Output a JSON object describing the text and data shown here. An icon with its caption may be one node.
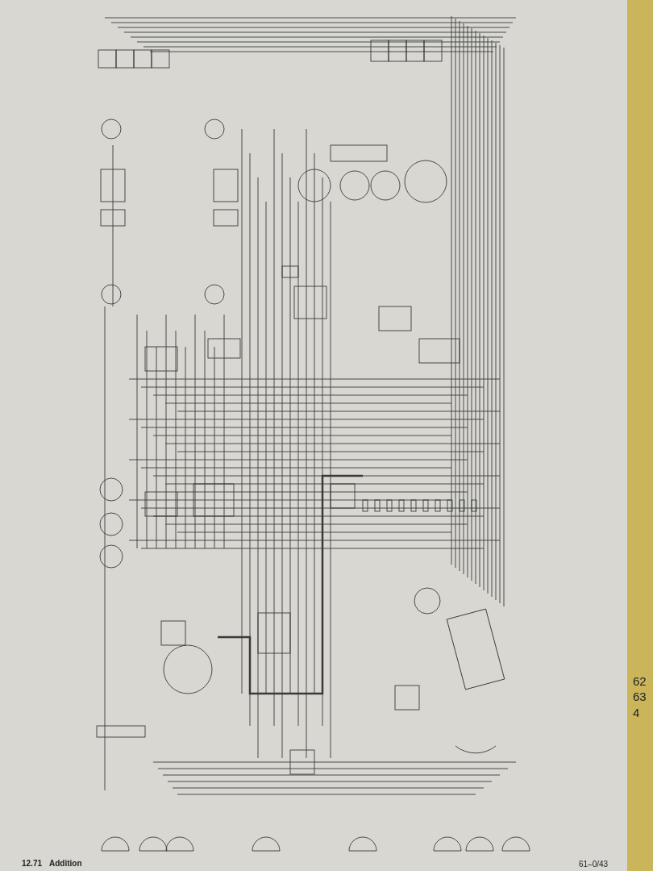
{
  "diagram": {
    "labels": [
      "12.71",
      "Addition",
      "61–0/43",
      "62",
      "63",
      "4"
    ]
  }
}
